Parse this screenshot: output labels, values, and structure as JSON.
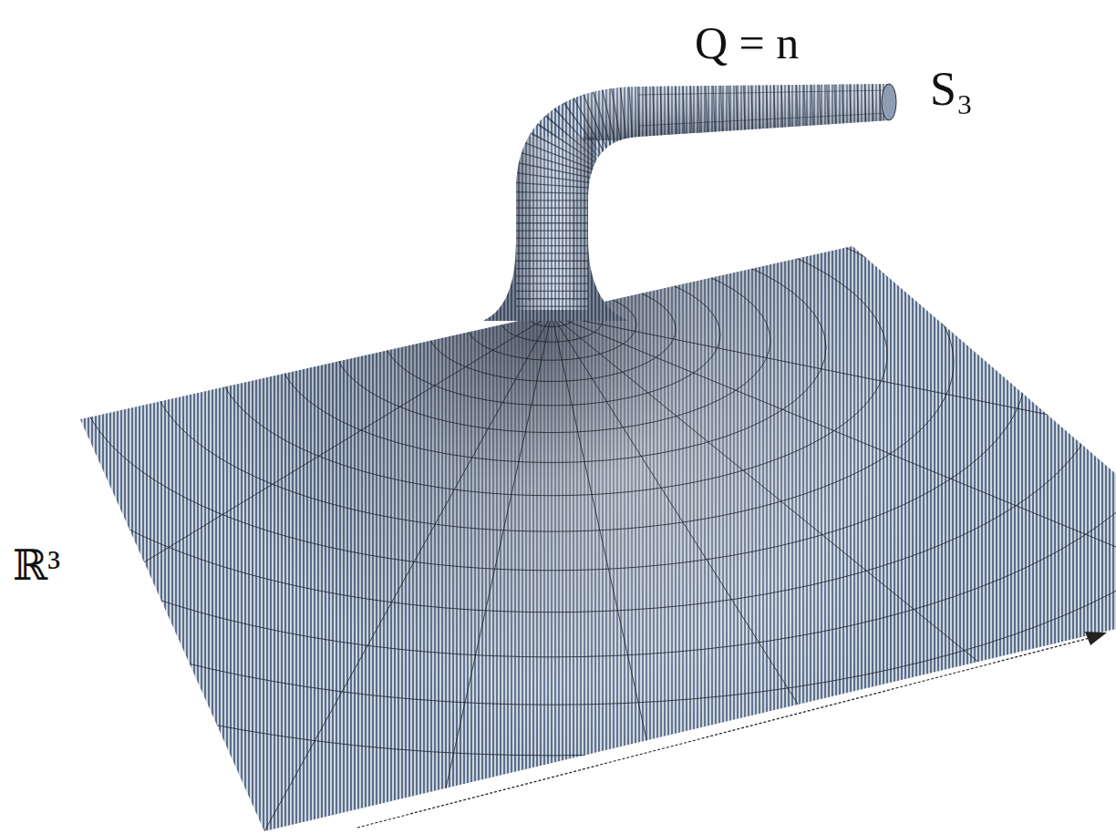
{
  "diagram": {
    "labels": [
      "Q = n",
      "S₃",
      "ℝ³"
    ]
  }
}
